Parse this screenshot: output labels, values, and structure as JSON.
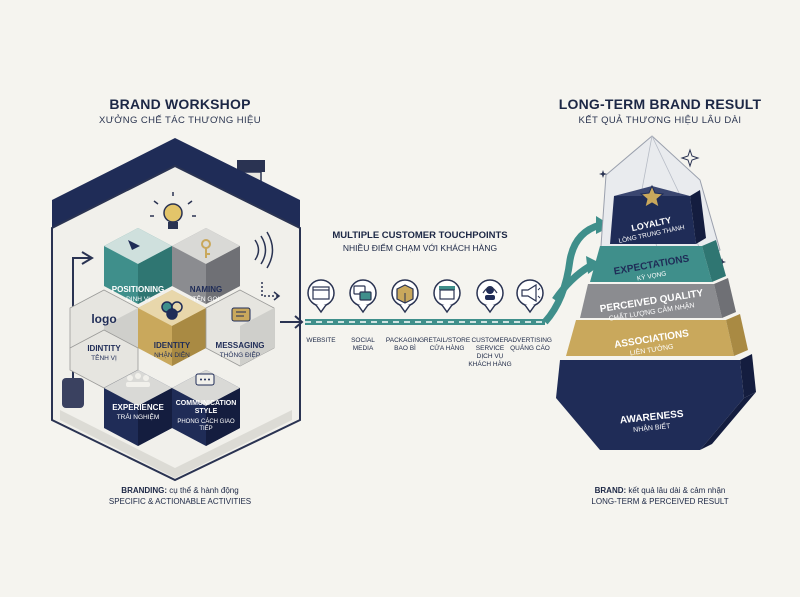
{
  "workshop": {
    "title": "BRAND WORKSHOP",
    "subtitle": "XƯỞNG CHẾ TÁC THƯƠNG HIỆU",
    "cells": {
      "positioning": {
        "label": "POSITIONING",
        "sub": "ĐỊNH VỊ"
      },
      "naming": {
        "label": "NAMING",
        "sub": "TÊN GỌI"
      },
      "logo": {
        "label": "logo"
      },
      "identity_left": {
        "label": "IDINTITY",
        "sub": "TÊNH VỊ"
      },
      "identity": {
        "label": "IDENTITY",
        "sub": "NHẬN DIỆN"
      },
      "messaging": {
        "label": "MESSAGING",
        "sub": "THÔNG ĐIỆP"
      },
      "experience": {
        "label": "EXPERIENCE",
        "sub": "TRẢI NGHIỆM"
      },
      "communication": {
        "label": "COMMUNICATION STYLE",
        "sub": "PHONG CÁCH GIAO TIẾP"
      }
    },
    "footnote_bold": "BRANDING:",
    "footnote_rest": " cụ thể & hành động",
    "footnote_line2": "SPECIFIC & ACTIONABLE ACTIVITIES"
  },
  "touchpoints": {
    "title": "MULTIPLE CUSTOMER TOUCHPOINTS",
    "subtitle": "NHIỀU ĐIỂM CHẠM VỚI KHÁCH HÀNG",
    "items": [
      {
        "label": "WEBSITE",
        "sub": "",
        "icon": "browser-icon"
      },
      {
        "label": "SOCIAL MEDIA",
        "sub": "",
        "icon": "chat-bubbles-icon"
      },
      {
        "label": "PACKAGING",
        "sub": "BAO BÌ",
        "icon": "box-icon"
      },
      {
        "label": "RETAIL/STORE",
        "sub": "CỬA HÀNG",
        "icon": "store-icon"
      },
      {
        "label": "CUSTOMER SERVICE",
        "sub": "DỊCH VỤ KHÁCH HÀNG",
        "icon": "headset-icon"
      },
      {
        "label": "ADVERTISING",
        "sub": "QUẢNG CÁO",
        "icon": "megaphone-icon"
      }
    ]
  },
  "result": {
    "title": "LONG-TERM BRAND RESULT",
    "subtitle": "KẾT QUẢ THƯƠNG HIỆU LÂU DÀI",
    "levels": [
      {
        "label": "LOYALTY",
        "sub": "LÒNG TRUNG THÀNH",
        "color": "#1f2c57"
      },
      {
        "label": "EXPECTATIONS",
        "sub": "KỲ VỌNG",
        "color": "#3f8f8b"
      },
      {
        "label": "PERCEIVED QUALITY",
        "sub": "CHẤT LƯỢNG CẢM NHẬN",
        "color": "#8b8c90"
      },
      {
        "label": "ASSOCIATIONS",
        "sub": "LIÊN TƯỞNG",
        "color": "#c9a85c"
      },
      {
        "label": "AWARENESS",
        "sub": "NHẬN BIẾT",
        "color": "#1f2c57"
      }
    ],
    "footnote_bold": "BRAND:",
    "footnote_rest": " kết quả lâu dài & cảm nhận",
    "footnote_line2": "LONG-TERM & PERCEIVED RESULT"
  },
  "colors": {
    "navy": "#1f2c57",
    "teal": "#3f8f8b",
    "gold": "#c9a85c",
    "grey": "#8b8c90",
    "light": "#e4e4e0"
  }
}
